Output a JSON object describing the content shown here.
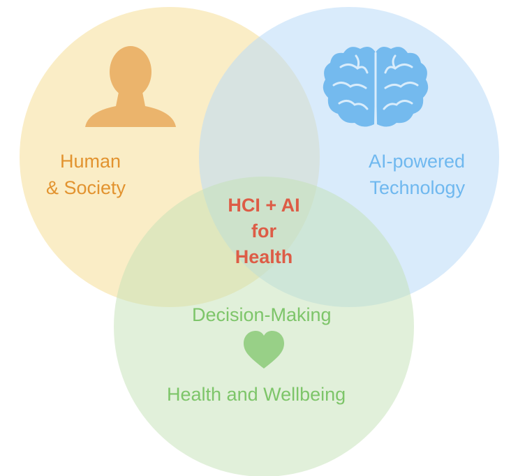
{
  "colors": {
    "human": "#f5de97",
    "human_text": "#e2932f",
    "human_icon": "#ebb46c",
    "tech": "#b9dbf7",
    "tech_text": "#6fb8ef",
    "tech_icon": "#74baee",
    "health": "#c3e2b5",
    "health_text": "#7dc569",
    "heart": "#98d087",
    "center_text": "#dd5c46"
  },
  "human": {
    "line1": "Human",
    "line2": "& Society",
    "icon": "person-silhouette-icon"
  },
  "tech": {
    "line1": "AI-powered",
    "line2": "Technology",
    "icon": "brain-icon"
  },
  "health": {
    "top": "Decision-Making",
    "bottom": "Health and Wellbeing",
    "icon": "heart-icon"
  },
  "center": {
    "line1": "HCI + AI",
    "line2": "for",
    "line3": "Health"
  }
}
